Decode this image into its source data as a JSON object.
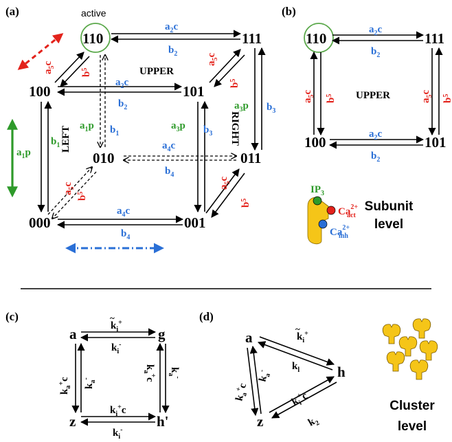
{
  "panels": {
    "a": "(a)",
    "b": "(b)",
    "c": "(c)",
    "d": "(d)"
  },
  "active_label": "active",
  "cube_nodes": {
    "n110": "110",
    "n111": "111",
    "n100": "100",
    "n101": "101",
    "n010": "010",
    "n011": "011",
    "n000": "000",
    "n001": "001"
  },
  "face_labels": {
    "upper": "UPPER",
    "left": "LEFT",
    "right": "RIGHT"
  },
  "square_nodes": {
    "n110": "110",
    "n111": "111",
    "n100": "100",
    "n101": "101"
  },
  "ip3": {
    "base": "IP",
    "sub": "3"
  },
  "ca_act": {
    "base": "Ca",
    "sup": "2+",
    "sub": "act"
  },
  "ca_inh": {
    "base": "Ca",
    "sup": "2+",
    "sub": "inh"
  },
  "subunit_level": [
    "Subunit",
    "level"
  ],
  "cluster_level": [
    "Cluster",
    "level"
  ],
  "c_nodes": {
    "a": "a",
    "g": "g",
    "z": "z",
    "h": "h'"
  },
  "d_nodes": {
    "a": "a",
    "h": "h",
    "z": "z"
  },
  "colors": {
    "blue": "#2a6fd6",
    "red": "#e3221b",
    "green": "#2e9a2a",
    "yellow": "#f5c518"
  }
}
